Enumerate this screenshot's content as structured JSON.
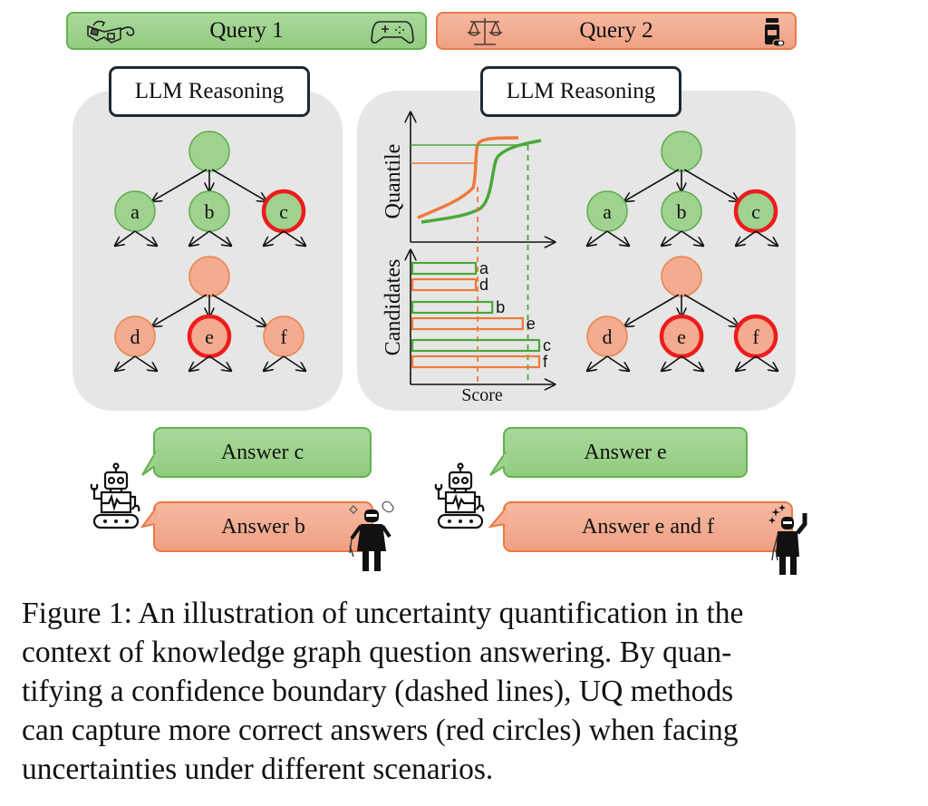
{
  "queries": [
    {
      "label": "Query 1",
      "left_icon": "3d-glasses-icon",
      "right_icon": "gamepad-icon"
    },
    {
      "label": "Query 2",
      "left_icon": "balance-scale-icon",
      "right_icon": "pill-bottle-icon"
    }
  ],
  "reasoning_label": "LLM Reasoning",
  "graphs": {
    "query1": {
      "green_tree": {
        "children": [
          "a",
          "b",
          "c"
        ],
        "highlighted": [
          "c"
        ]
      },
      "orange_tree": {
        "children": [
          "d",
          "e",
          "f"
        ],
        "highlighted": [
          "e"
        ]
      }
    },
    "query2": {
      "green_tree": {
        "children": [
          "a",
          "b",
          "c"
        ],
        "highlighted": [
          "c"
        ]
      },
      "orange_tree": {
        "children": [
          "d",
          "e",
          "f"
        ],
        "highlighted": [
          "e",
          "f"
        ]
      }
    }
  },
  "chart_data": [
    {
      "type": "line",
      "title": "",
      "xlabel": "",
      "ylabel": "Quantile",
      "series": [
        {
          "name": "green",
          "color": "#4aa83a",
          "shape": "sigmoid-late",
          "threshold_label": "dashed green boundary"
        },
        {
          "name": "orange",
          "color": "#ee7a3a",
          "shape": "sigmoid-early",
          "threshold_label": "dashed orange boundary"
        }
      ],
      "ticks": "none"
    },
    {
      "type": "bar",
      "orientation": "horizontal",
      "title": "",
      "xlabel": "Score",
      "ylabel": "Candidates",
      "categories": [
        "a",
        "d",
        "b",
        "e",
        "c",
        "f"
      ],
      "series_colors": [
        "#4aa83a",
        "#ee7a3a",
        "#4aa83a",
        "#ee7a3a",
        "#4aa83a",
        "#ee7a3a"
      ],
      "values": [
        0.5,
        0.5,
        0.63,
        0.87,
        1.0,
        1.0
      ],
      "thresholds": [
        {
          "color": "#ee7a3a",
          "value": 0.52,
          "style": "dashed"
        },
        {
          "color": "#4aa83a",
          "value": 0.92,
          "style": "dashed"
        }
      ],
      "xlim": [
        0,
        1.1
      ]
    }
  ],
  "answers": {
    "query1": {
      "green": "Answer c",
      "orange": "Answer b"
    },
    "query2": {
      "green": "Answer e",
      "orange": "Answer e and f"
    }
  },
  "caption": {
    "lines": [
      "Figure 1: An illustration of uncertainty quantification in the",
      "context of knowledge graph question answering. By quan-",
      "tifying a confidence boundary (dashed lines), UQ methods",
      "can capture more correct answers (red circles) when facing",
      "uncertainties under different scenarios."
    ]
  },
  "colors": {
    "green_fill": "#9fd28f",
    "green_stroke": "#5fae4b",
    "orange_fill": "#f4ab90",
    "orange_stroke": "#e9854f",
    "highlight_red": "#ee1c1c",
    "panel_grey": "#e6e6e6"
  }
}
